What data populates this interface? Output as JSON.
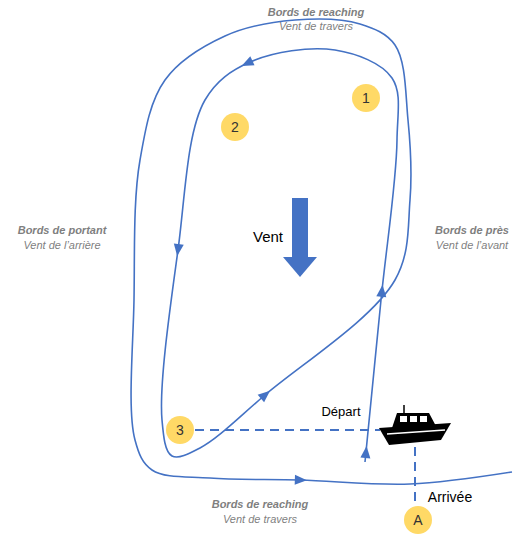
{
  "diagram": {
    "nodes": [
      {
        "text": [
          "1"
        ]
      },
      {
        "text": [
          "2"
        ]
      },
      {
        "text": [
          "3"
        ]
      },
      {
        "text": [
          "A"
        ]
      }
    ],
    "labels": [
      "Bords de reaching",
      "Vent de travers",
      "Bords de portant",
      "Vent de l’arrière",
      "Vent",
      "Bords de près",
      "Vent de l’avant",
      "Départ",
      "Arrivée",
      "Bords de reaching",
      "Vent de travers"
    ]
  }
}
